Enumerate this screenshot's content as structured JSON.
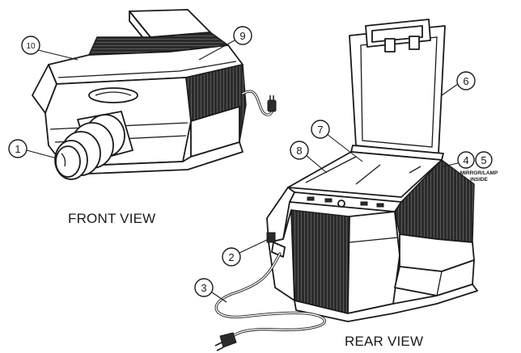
{
  "views": {
    "front": "FRONT VIEW",
    "rear": "REAR VIEW"
  },
  "callouts": {
    "c1": "1",
    "c2": "2",
    "c3": "3",
    "c4": "4",
    "c5": "5",
    "c6": "6",
    "c7": "7",
    "c8": "8",
    "c9": "9",
    "c10": "10"
  },
  "notes": {
    "mirror_lamp_line1": "MIRROR/LAMP",
    "mirror_lamp_line2": "INSIDE"
  }
}
